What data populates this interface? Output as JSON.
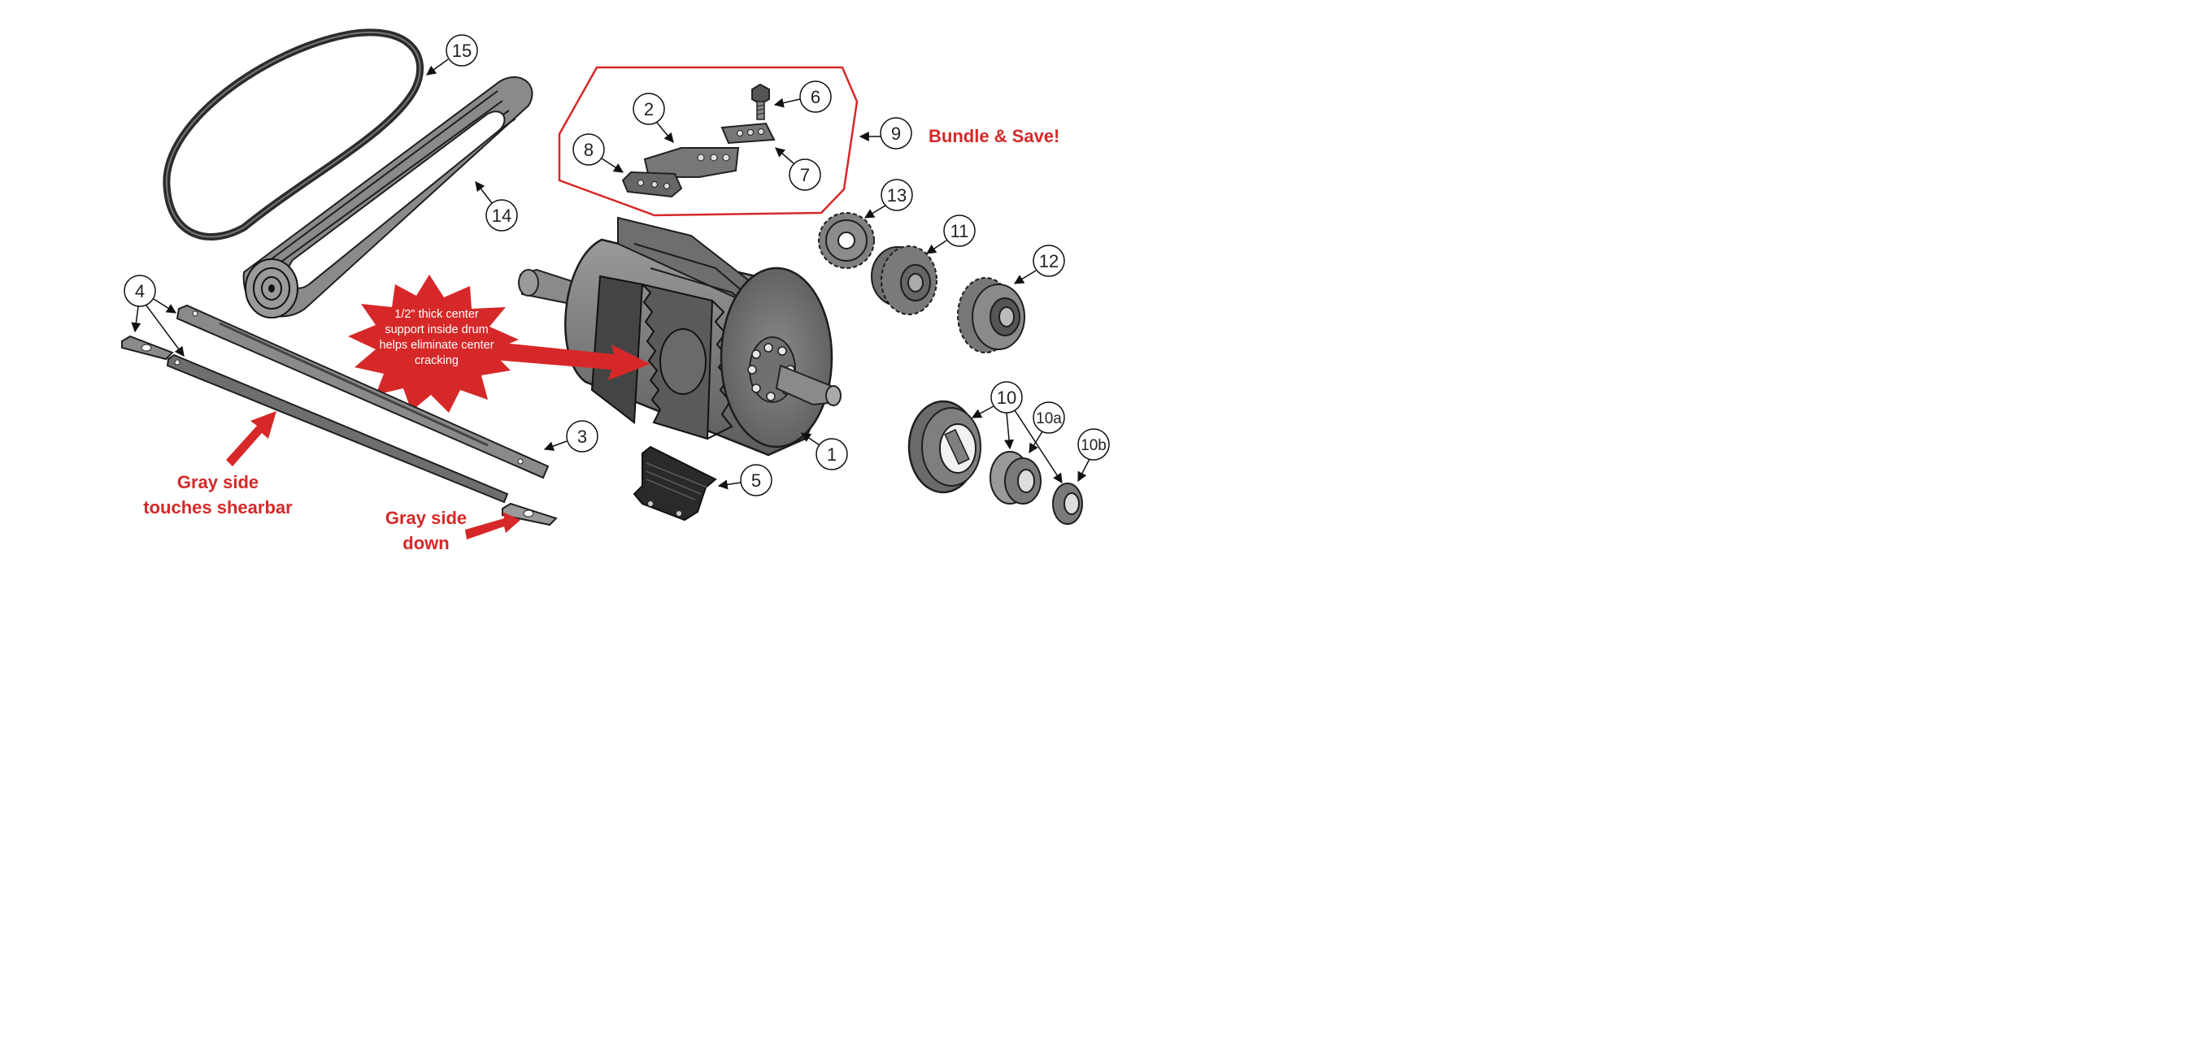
{
  "callouts": {
    "c1": "1",
    "c2": "2",
    "c3": "3",
    "c4": "4",
    "c5": "5",
    "c6": "6",
    "c7": "7",
    "c8": "8",
    "c9": "9",
    "c10": "10",
    "c10a": "10a",
    "c10b": "10b",
    "c11": "11",
    "c12": "12",
    "c13": "13",
    "c14": "14",
    "c15": "15"
  },
  "notes": {
    "bundle": "Bundle & Save!",
    "shearbar_line1": "Gray side",
    "shearbar_line2": "touches shearbar",
    "down_line1": "Gray side",
    "down_line2": "down",
    "burst_line1": "1/2\" thick center",
    "burst_line2": "support inside drum",
    "burst_line3": "helps eliminate center",
    "burst_line4": "cracking"
  },
  "colors": {
    "accent_red": "#d62828",
    "part_gray": "#7a7a7a",
    "part_dark": "#3a3a3a"
  }
}
